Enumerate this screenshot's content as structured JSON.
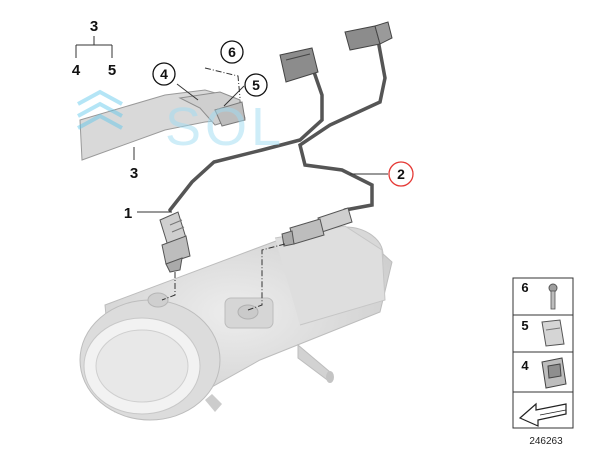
{
  "callouts": {
    "group": "3",
    "sub_a": "4",
    "sub_b": "5",
    "c1": "1",
    "c2": "2",
    "c3": "3",
    "c4": "4",
    "c5": "5",
    "c6": "6"
  },
  "watermark": "SOL",
  "legend": {
    "items": [
      {
        "num": "6",
        "icon": "bolt-icon"
      },
      {
        "num": "5",
        "icon": "clip-icon"
      },
      {
        "num": "4",
        "icon": "nut-clip-icon"
      }
    ],
    "arrow_icon": "arrow-icon"
  },
  "diagram_number": "246263",
  "colors": {
    "callout_highlight": "#e53935",
    "line": "#333333",
    "part_fill": "#e6e6e6",
    "cable": "#555555"
  }
}
